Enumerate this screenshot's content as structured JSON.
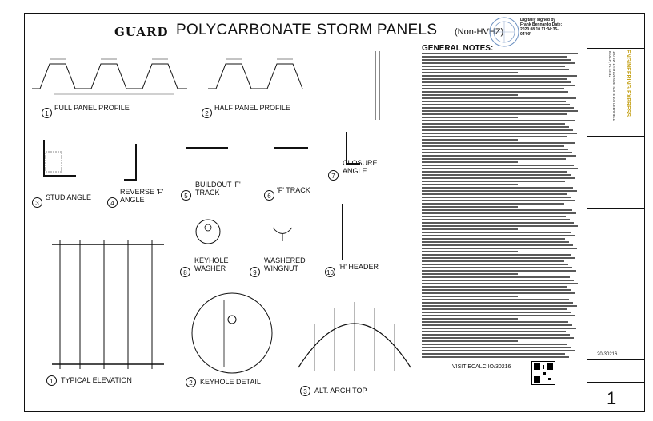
{
  "header": {
    "logo_text": "GUARD",
    "title": "POLYCARBONATE STORM PANELS",
    "subtitle": "(Non-HVHZ)",
    "signature_stamp": "Digitally signed by Frank Bennardo Date: 2020.08.10 11:34:35-04'00'"
  },
  "general_notes": {
    "title": "GENERAL NOTES:"
  },
  "details": [
    {
      "num": "1",
      "label": "FULL PANEL PROFILE"
    },
    {
      "num": "2",
      "label": "HALF PANEL PROFILE"
    },
    {
      "num": "3",
      "label": "STUD ANGLE"
    },
    {
      "num": "4",
      "label": "REVERSE 'F' ANGLE"
    },
    {
      "num": "5",
      "label": "BUILDOUT 'F' TRACK"
    },
    {
      "num": "6",
      "label": "'F' TRACK"
    },
    {
      "num": "7",
      "label": "CLOSURE ANGLE"
    },
    {
      "num": "8",
      "label": "KEYHOLE WASHER"
    },
    {
      "num": "9",
      "label": "WASHERED WINGNUT"
    },
    {
      "num": "10",
      "label": "'H' HEADER"
    }
  ],
  "bottom_details": [
    {
      "num": "1",
      "sheet": "1",
      "label": "TYPICAL ELEVATION"
    },
    {
      "num": "2",
      "sheet": "1",
      "label": "KEYHOLE DETAIL"
    },
    {
      "num": "3",
      "sheet": "1",
      "label": "ALT. ARCH TOP"
    }
  ],
  "footer": {
    "visit_text": "VISIT ECALC.IO/30216",
    "project_number": "20-30216",
    "sheet_number": "1"
  },
  "titleblock": {
    "firm": "ENGINEERING EXPRESS",
    "address": "160 SW 12TH AVENUE, SUITE 106 DEERFIELD BEACH, FL 33442"
  }
}
